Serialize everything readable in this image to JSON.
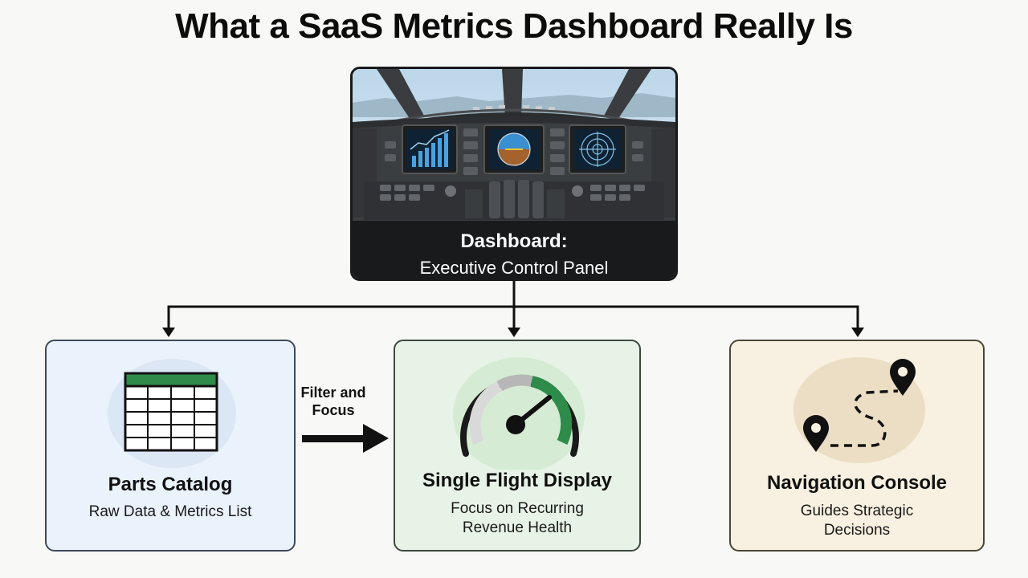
{
  "title": "What a SaaS Metrics Dashboard Really Is",
  "top": {
    "title": "Dashboard:",
    "subtitle": "Executive Control Panel"
  },
  "arrow_label": "Filter and Focus",
  "cards": [
    {
      "title": "Parts Catalog",
      "subtitle": "Raw Data & Metrics List",
      "icon": "spreadsheet-icon"
    },
    {
      "title": "Single Flight Display",
      "subtitle": "Focus on Recurring Revenue Health",
      "icon": "gauge-icon"
    },
    {
      "title": "Navigation Console",
      "subtitle": "Guides Strategic Decisions",
      "icon": "route-map-icon"
    }
  ],
  "colors": {
    "blue_card": "#eaf2fb",
    "green_card": "#e7f3e6",
    "beige_card": "#f8f0e0",
    "gauge_green": "#2e8b4a",
    "table_header_green": "#2e8b4a"
  }
}
